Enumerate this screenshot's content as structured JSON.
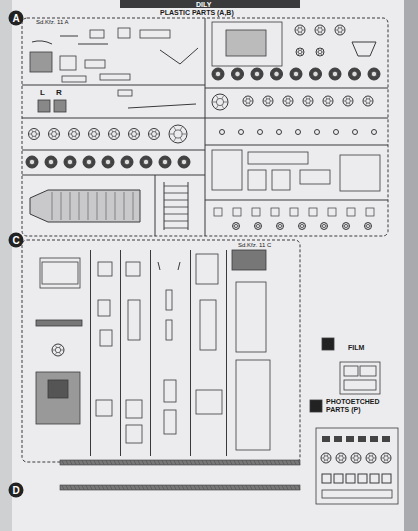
{
  "diagram": {
    "nodes": [
      {
        "text": [
          "A"
        ]
      },
      {
        "text": [
          "C"
        ]
      },
      {
        "text": [
          "D"
        ]
      }
    ],
    "labels": [
      "DILY",
      "PLASTIC PARTS (A,B)",
      "Sd.Kfz. 11 A",
      "L",
      "R",
      "Sd.Kfz. 11 C",
      "FILM",
      "PHOTOETCHED PARTS (P)"
    ]
  }
}
